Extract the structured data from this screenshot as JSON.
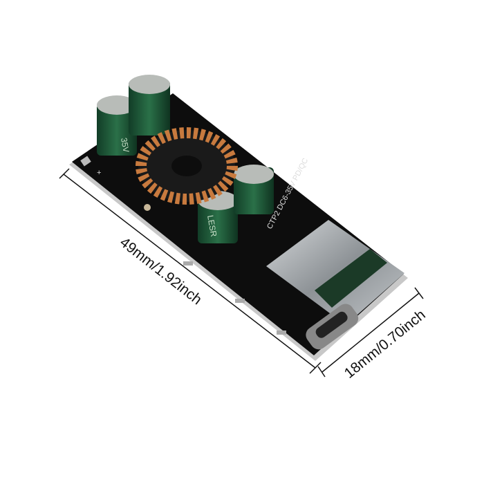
{
  "dimensions": {
    "length_label": "49mm/1.92inch",
    "width_label": "18mm/0.70inch"
  },
  "board": {
    "silkscreen_text": "CTP2 DC6-35V PD/QC",
    "polarity_mark": "+",
    "capacitor_marking": "35V",
    "capacitor_marking_2": "LESR"
  },
  "colors": {
    "pcb": "#0d0d0d",
    "pcb_edge": "#c8c8c8",
    "capacitor": "#1f5a3a",
    "capacitor_top": "#b8bcb8",
    "copper": "#c87a3e",
    "connector": "#a9adb0",
    "dimension_line": "#111111"
  }
}
